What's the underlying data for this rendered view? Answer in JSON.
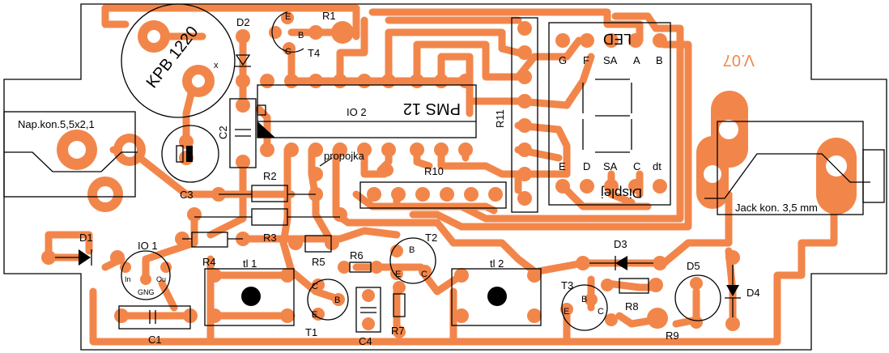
{
  "title_mirrored": "V.07",
  "connectors": {
    "power": "Nap.kon.5,5x2,1",
    "jack": "Jack kon. 3,5 mm"
  },
  "ic2": {
    "ref": "IO 2",
    "part": "PMS 12"
  },
  "buzzer": {
    "part": "KPB 1220",
    "mark": "x"
  },
  "display": {
    "title": "LED",
    "bottom": "Displej",
    "top_pins": [
      "G",
      "F",
      "SA",
      "A",
      "B"
    ],
    "bottom_pins": [
      "E",
      "D",
      "SA",
      "C",
      "dt"
    ]
  },
  "labels": {
    "D1": "D1",
    "D2": "D2",
    "D3": "D3",
    "D4": "D4",
    "D5": "D5",
    "R1": "R1",
    "R2": "R2",
    "R3": "R3",
    "R4": "R4",
    "R5": "R5",
    "R6": "R6",
    "R7": "R7",
    "R8": "R8",
    "R9": "R9",
    "R10": "R10",
    "R11": "R11",
    "C1": "C1",
    "C2": "C2",
    "C3": "C3",
    "C4": "C4",
    "T1": "T1",
    "T2": "T2",
    "T3": "T3",
    "T4": "T4",
    "IO1": "IO 1",
    "tl1": "tl 1",
    "tl2": "tl 2",
    "propojka": "propojka"
  },
  "pin_labels": {
    "E": "E",
    "B": "B",
    "C": "C",
    "in": "In",
    "ou": "Ou",
    "gng": "GNG"
  },
  "colors": {
    "copper": "#f2864a",
    "outline": "#000000",
    "background": "#ffffff"
  }
}
